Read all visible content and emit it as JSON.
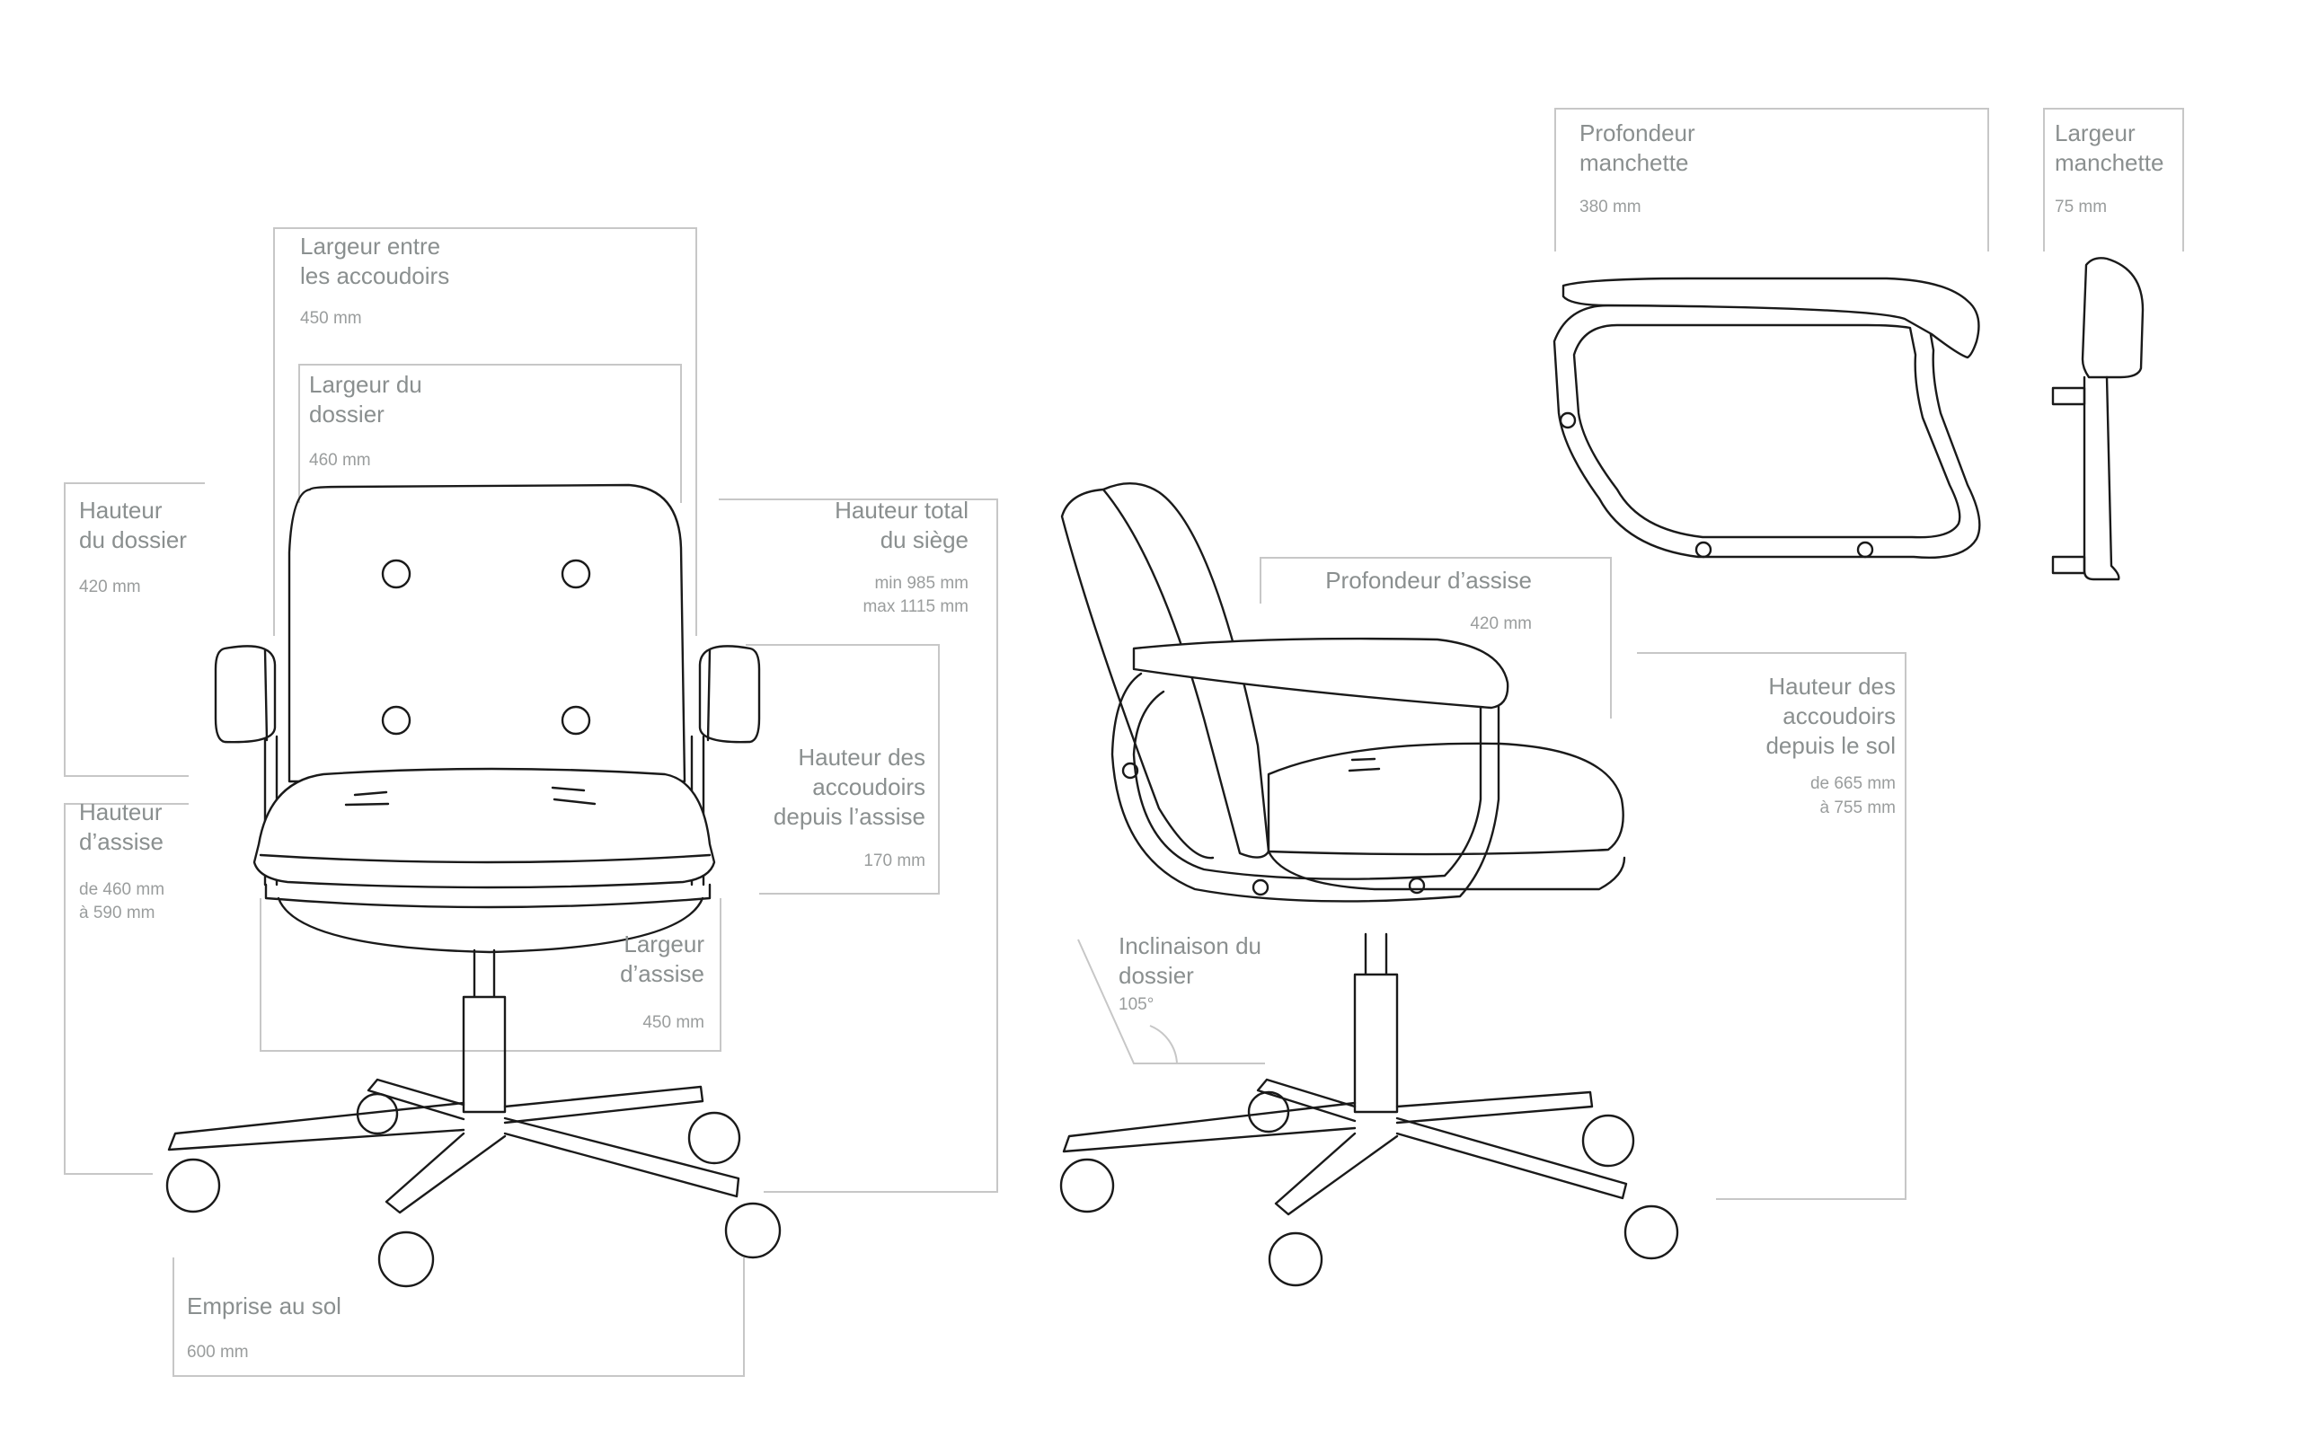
{
  "dimensions": {
    "largeur_accoudoirs": {
      "label_l1": "Largeur entre",
      "label_l2": "les accoudoirs",
      "value": "450 mm"
    },
    "largeur_dossier": {
      "label_l1": "Largeur du",
      "label_l2": "dossier",
      "value": "460 mm"
    },
    "hauteur_dossier": {
      "label_l1": "Hauteur",
      "label_l2": "du dossier",
      "value": "420 mm"
    },
    "hauteur_totale": {
      "label_l1": "Hauteur total",
      "label_l2": "du siège",
      "value_l1": "min 985 mm",
      "value_l2": "max 1115 mm"
    },
    "hauteur_assise": {
      "label_l1": "Hauteur",
      "label_l2": "d’assise",
      "value_l1": "de 460 mm",
      "value_l2": "à 590 mm"
    },
    "hauteur_accoudoirs_assise": {
      "label_l1": "Hauteur des",
      "label_l2": "accoudoirs",
      "label_l3": "depuis l’assise",
      "value": "170 mm"
    },
    "largeur_assise": {
      "label_l1": "Largeur",
      "label_l2": "d’assise",
      "value": "450 mm"
    },
    "emprise_sol": {
      "label": "Emprise au sol",
      "value": "600 mm"
    },
    "profondeur_manchette": {
      "label_l1": "Profondeur",
      "label_l2": "manchette",
      "value": "380 mm"
    },
    "largeur_manchette": {
      "label_l1": "Largeur",
      "label_l2": "manchette",
      "value": "75 mm"
    },
    "profondeur_assise": {
      "label": "Profondeur d’assise",
      "value": "420 mm"
    },
    "hauteur_accoudoirs_sol": {
      "label_l1": "Hauteur des",
      "label_l2": "accoudoirs",
      "label_l3": "depuis le sol",
      "value_l1": "de 665 mm",
      "value_l2": "à 755 mm"
    },
    "inclinaison_dossier": {
      "label_l1": "Inclinaison du",
      "label_l2": "dossier",
      "value": "105°"
    }
  },
  "colors": {
    "line": "#1a1a1a",
    "dimension_box": "#c7c7c7",
    "label": "#8a8f8f"
  }
}
